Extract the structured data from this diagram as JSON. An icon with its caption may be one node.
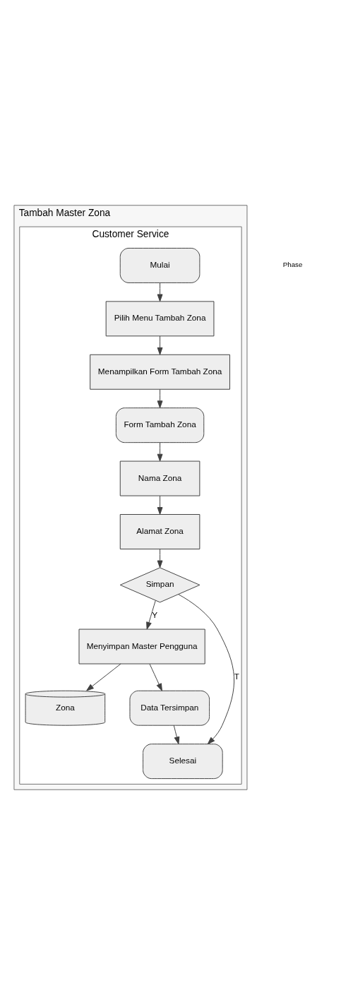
{
  "diagram": {
    "nodes": [
      {
        "text": [
          "Tambah Master Zona"
        ]
      },
      {
        "text": [
          "Customer Service"
        ],
        "in": 0
      },
      {
        "text": [
          "Mulai"
        ],
        "in": 1
      },
      {
        "text": [
          "Pilih Menu Tambah Zona"
        ],
        "in": 1
      },
      {
        "text": [
          "Menampilkan Form Tambah Zona"
        ],
        "in": 1
      },
      {
        "text": [
          "Form Tambah Zona"
        ],
        "in": 1
      },
      {
        "text": [
          "Nama Zona"
        ],
        "in": 1
      },
      {
        "text": [
          "Alamat Zona"
        ],
        "in": 1
      },
      {
        "text": [
          "Simpan"
        ],
        "in": 1
      },
      {
        "text": [
          "Menyimpan Master Pengguna"
        ],
        "in": 1
      },
      {
        "text": [
          "Zona"
        ],
        "in": 1
      },
      {
        "text": [
          "Data Tersimpan"
        ],
        "in": 1
      },
      {
        "text": [
          "Selesai"
        ],
        "in": 1
      }
    ],
    "edges": [
      {
        "from": 2,
        "to": 3,
        "arrow": "to"
      },
      {
        "from": 3,
        "to": 4,
        "arrow": "to"
      },
      {
        "from": 4,
        "to": 5,
        "arrow": "to"
      },
      {
        "from": 5,
        "to": 6,
        "arrow": "to"
      },
      {
        "from": 6,
        "to": 7,
        "arrow": "to"
      },
      {
        "from": 7,
        "to": 8,
        "arrow": "to"
      },
      {
        "from": 8,
        "to": 9,
        "arrow": "to",
        "label": "Y"
      },
      {
        "from": 9,
        "to": 10,
        "arrow": "to"
      },
      {
        "from": 9,
        "to": 11,
        "arrow": "to"
      },
      {
        "from": 11,
        "to": 12,
        "arrow": "to"
      },
      {
        "from": 8,
        "to": 12,
        "arrow": "to",
        "label": "T"
      }
    ],
    "labels": [
      "Phase"
    ]
  }
}
